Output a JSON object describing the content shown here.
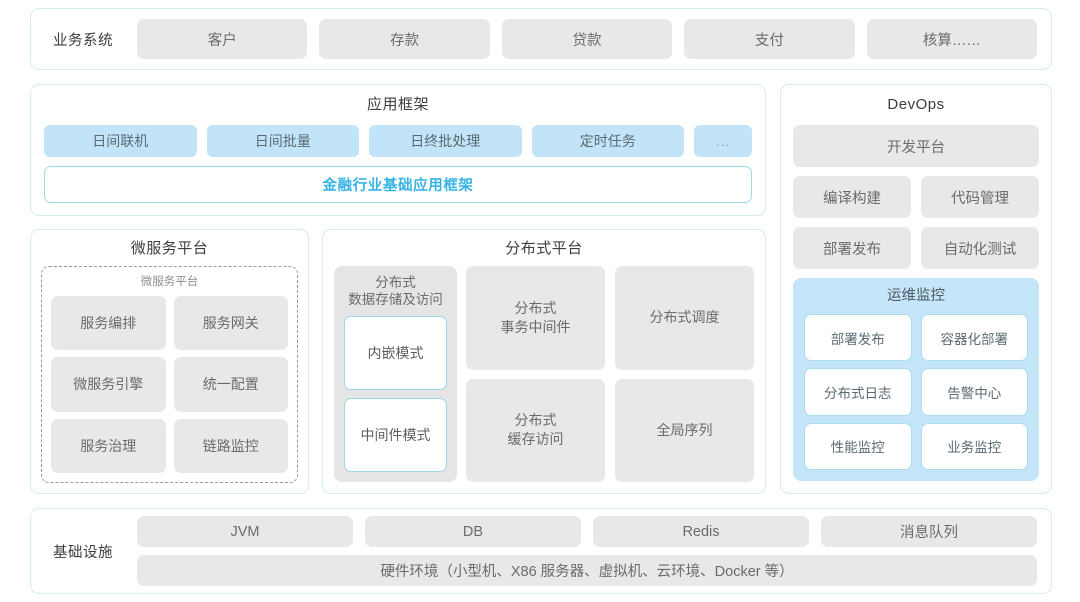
{
  "business_systems": {
    "label": "业务系统",
    "items": [
      "客户",
      "存款",
      "贷款",
      "支付",
      "核算……"
    ]
  },
  "app_framework": {
    "title": "应用框架",
    "tags": [
      "日间联机",
      "日间批量",
      "日终批处理",
      "定时任务",
      "..."
    ],
    "base_framework": "金融行业基础应用框架"
  },
  "microservice_platform": {
    "title": "微服务平台",
    "inner_title": "微服务平台",
    "items": [
      "服务编排",
      "服务网关",
      "微服务引擎",
      "统一配置",
      "服务治理",
      "链路监控"
    ]
  },
  "distributed_platform": {
    "title": "分布式平台",
    "storage": {
      "title": "分布式\n数据存储及访问",
      "modes": [
        "内嵌模式",
        "中间件模式"
      ]
    },
    "items": [
      "分布式\n事务中间件",
      "分布式调度",
      "分布式\n缓存访问",
      "全局序列"
    ]
  },
  "devops": {
    "title": "DevOps",
    "platform": "开发平台",
    "pairs": [
      [
        "编译构建",
        "代码管理"
      ],
      [
        "部署发布",
        "自动化测试"
      ]
    ],
    "ops_monitor": {
      "title": "运维监控",
      "items": [
        "部署发布",
        "容器化部署",
        "分布式日志",
        "告警中心",
        "性能监控",
        "业务监控"
      ]
    }
  },
  "infrastructure": {
    "label": "基础设施",
    "components": [
      "JVM",
      "DB",
      "Redis",
      "消息队列"
    ],
    "hardware": "硬件环境（小型机、X86 服务器、虚拟机、云环境、Docker 等）"
  },
  "colors": {
    "panel_border": "#d5ecf0",
    "gray_pill": "#e8e8e8",
    "blue_pill": "#c1e4f8",
    "accent_cyan": "#37b3e4",
    "ops_block": "#c5e6f9"
  }
}
